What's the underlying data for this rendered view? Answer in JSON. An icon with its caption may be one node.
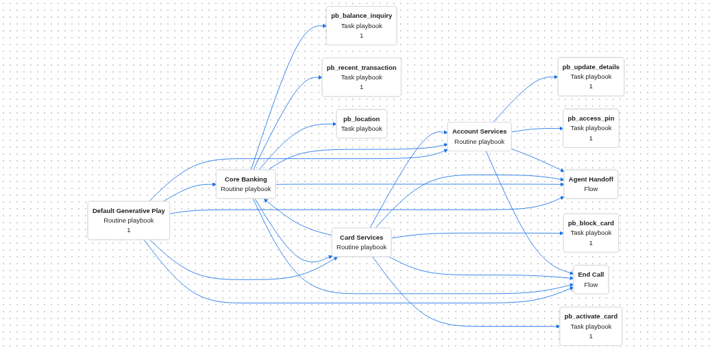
{
  "diagram": {
    "nodes": [
      {
        "text": [
          "pb_balance_inquiry",
          "Task playbook",
          "1"
        ]
      },
      {
        "text": [
          "Account Services",
          "Routine playbook"
        ]
      },
      {
        "text": [
          "pb_update_details",
          "Task playbook",
          "1"
        ]
      },
      {
        "text": [
          "pb_recent_transaction",
          "Task playbook",
          "1"
        ]
      },
      {
        "text": [
          "pb_access_pin",
          "Task playbook",
          "1"
        ]
      },
      {
        "text": [
          "pb_location",
          "Task playbook"
        ]
      },
      {
        "text": [
          "pb_block_card",
          "Task playbook",
          "1"
        ]
      },
      {
        "text": [
          "Core Banking",
          "Routine playbook"
        ]
      },
      {
        "text": [
          "Card Services",
          "Routine playbook"
        ]
      },
      {
        "text": [
          "pb_activate_card",
          "Task playbook",
          "1"
        ]
      },
      {
        "text": [
          "Default Generative Play",
          "Routine playbook",
          "1"
        ]
      },
      {
        "text": [
          "Agent Handoff",
          "Flow"
        ]
      },
      {
        "text": [
          "End Call",
          "Flow"
        ]
      }
    ],
    "edges": [
      {
        "from": 10,
        "to": 7,
        "arrow": "to"
      },
      {
        "from": 10,
        "to": 1,
        "arrow": "to"
      },
      {
        "from": 10,
        "to": 8,
        "arrow": "to"
      },
      {
        "from": 10,
        "to": 11,
        "arrow": "to"
      },
      {
        "from": 10,
        "to": 12,
        "arrow": "to"
      },
      {
        "from": 7,
        "to": 0,
        "arrow": "to"
      },
      {
        "from": 7,
        "to": 3,
        "arrow": "to"
      },
      {
        "from": 7,
        "to": 5,
        "arrow": "to"
      },
      {
        "from": 7,
        "to": 1,
        "arrow": "to"
      },
      {
        "from": 7,
        "to": 8,
        "arrow": "to"
      },
      {
        "from": 7,
        "to": 11,
        "arrow": "to"
      },
      {
        "from": 7,
        "to": 12,
        "arrow": "to"
      },
      {
        "from": 8,
        "to": 7,
        "arrow": "to"
      },
      {
        "from": 8,
        "to": 1,
        "arrow": "to"
      },
      {
        "from": 8,
        "to": 6,
        "arrow": "to"
      },
      {
        "from": 8,
        "to": 9,
        "arrow": "to"
      },
      {
        "from": 8,
        "to": 11,
        "arrow": "to"
      },
      {
        "from": 8,
        "to": 12,
        "arrow": "to"
      },
      {
        "from": 1,
        "to": 2,
        "arrow": "to"
      },
      {
        "from": 1,
        "to": 4,
        "arrow": "to"
      },
      {
        "from": 1,
        "to": 11,
        "arrow": "to"
      },
      {
        "from": 1,
        "to": 12,
        "arrow": "to"
      }
    ]
  }
}
